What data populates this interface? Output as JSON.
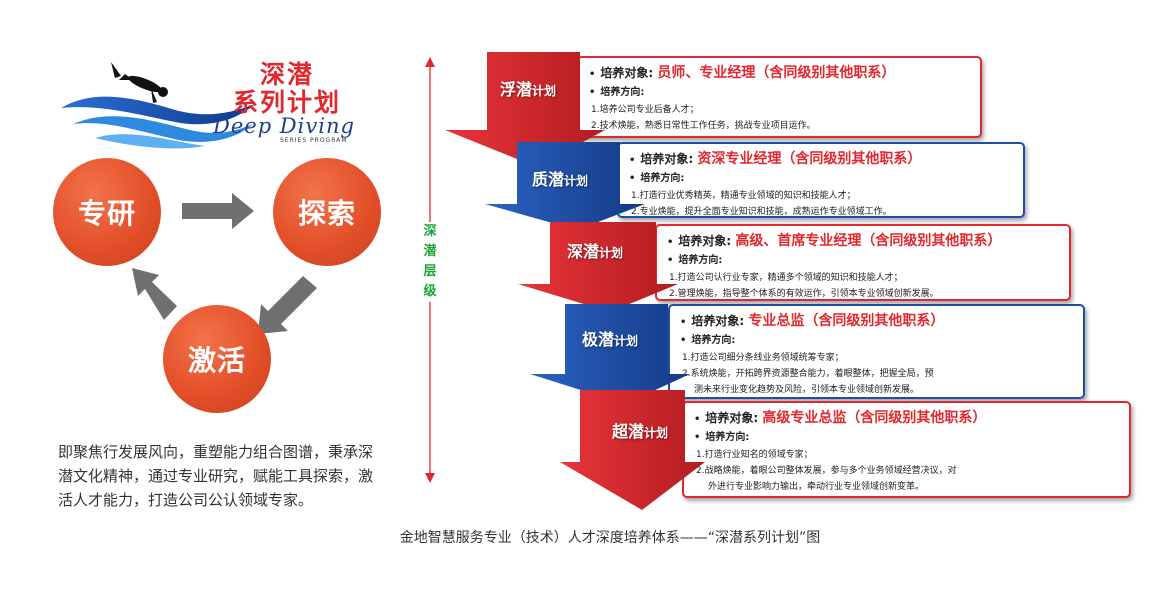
{
  "logo": {
    "title_line1": "深潜",
    "title_line2": "系列计划",
    "script_text": "Deep Diving",
    "subtitle": "SERIES PROGRAM"
  },
  "cycle": {
    "nodes": [
      "专研",
      "探索",
      "激活"
    ]
  },
  "left_description": "即聚焦行发展风向，重塑能力组合图谱，秉承深潜文化精神，通过专业研究，赋能工具探索，激活人才能力，打造公司公认领域专家。",
  "axis_label": "深潜层级",
  "labels": {
    "target": "培养对象:",
    "direction": "培养方向:"
  },
  "plans": [
    {
      "name": "浮潜",
      "suffix": "计划",
      "target": "员师、专业经理（含同级别其他职系）",
      "lines": [
        "1.培养公司专业后备人才；",
        "2.技术焕能，熟悉日常性工作任务，挑战专业项目运作。"
      ]
    },
    {
      "name": "质潜",
      "suffix": "计划",
      "target": "资深专业经理（含同级别其他职系）",
      "lines": [
        "1.打造行业优秀精英，精通专业领域的知识和技能人才；",
        "2.专业焕能，提升全面专业知识和技能，成熟运作专业领域工作。"
      ]
    },
    {
      "name": "深潜",
      "suffix": "计划",
      "target": "高级、首席专业经理（含同级别其他职系）",
      "lines": [
        "1.打造公司认行业专家，精通多个领域的知识和技能人才；",
        "2.管理焕能，指导整个体系的有效运作，引领本专业领域创新发展。"
      ]
    },
    {
      "name": "极潜",
      "suffix": "计划",
      "target": "专业总监（含同级别其他职系）",
      "lines": [
        "1.打造公司细分条线业务领域统筹专家；",
        "2.系统焕能，开拓跨界资源整合能力，着眼整体，把握全局，预",
        "测未来行业变化趋势及风险，引领本专业领域创新发展。"
      ]
    },
    {
      "name": "超潜",
      "suffix": "计划",
      "target": "高级专业总监（含同级别其他职系）",
      "lines": [
        "1.打造行业知名的领域专家；",
        "2.战略焕能，着眼公司整体发展，参与多个业务领域经营决议，对",
        "外进行专业影响力输出，牵动行业专业领域创新变革。"
      ]
    }
  ],
  "caption": "金地智慧服务专业（技术）人才深度培养体系——“深潜系列计划”图",
  "colors": {
    "red": "#e0282e",
    "blue": "#1e4fa8",
    "green": "#1aa23a",
    "circle": "#e3502a",
    "arrow_gray": "#707070"
  }
}
